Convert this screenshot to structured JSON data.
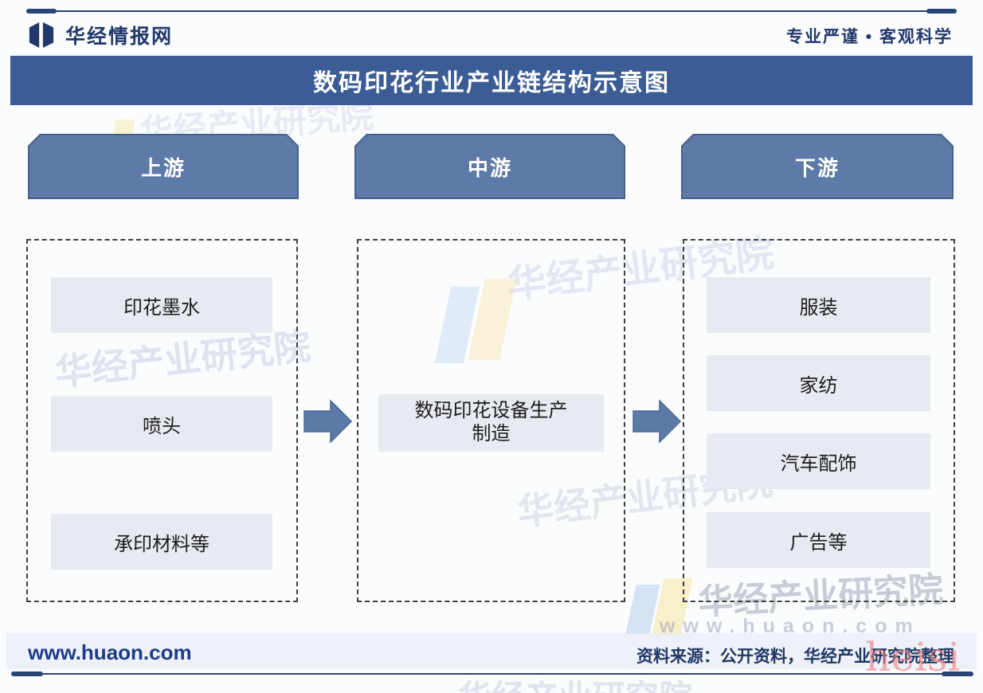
{
  "meta": {
    "brand": "华经情报网",
    "tagline": "专业严谨 • 客观科学"
  },
  "title": "数码印花行业产业链结构示意图",
  "chain": {
    "columns": [
      {
        "label": "上游",
        "items": [
          "印花墨水",
          "喷头",
          "承印材料等"
        ]
      },
      {
        "label": "中游",
        "items": [
          "数码印花设备生产制造"
        ]
      },
      {
        "label": "下游",
        "items": [
          "服装",
          "家纺",
          "汽车配饰",
          "广告等"
        ]
      }
    ]
  },
  "footer": {
    "website": "www.huaon.com",
    "source": "资料来源：公开资料，华经产业研究院整理"
  },
  "watermarks": {
    "institute": "华经产业研究院",
    "site": "www.huaon.com",
    "corner": "heisi"
  },
  "colors": {
    "title_bar": "#3b5c95",
    "column_header": "#5d7aa8",
    "column_header_border": "#47618d",
    "arrow": "#5b7aa8",
    "item_box": "#e8eaf1",
    "navy_text": "#21386b",
    "rule": "#2a4575",
    "watermark_red": "#ee8084"
  }
}
